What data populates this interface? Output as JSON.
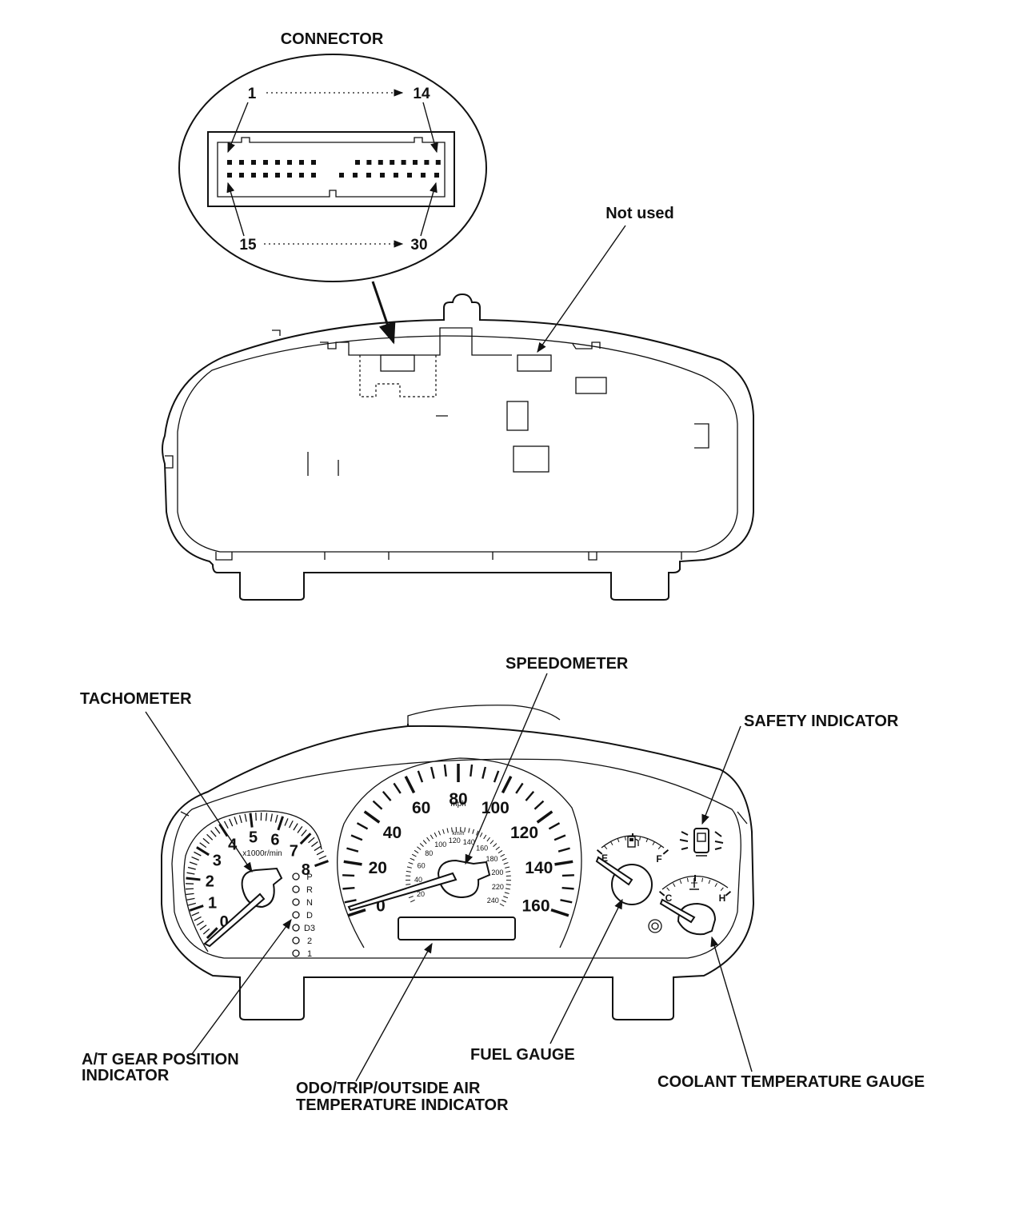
{
  "connector": {
    "title": "CONNECTOR",
    "pin_top_left": "1",
    "pin_top_right": "14",
    "pin_bottom_left": "15",
    "pin_bottom_right": "30"
  },
  "not_used_label": "Not used",
  "labels": {
    "tachometer": "TACHOMETER",
    "speedometer": "SPEEDOMETER",
    "safety_indicator": "SAFETY INDICATOR",
    "gear_position_line1": "A/T GEAR POSITION",
    "gear_position_line2": "INDICATOR",
    "odo_line1": "ODO/TRIP/OUTSIDE AIR",
    "odo_line2": "TEMPERATURE INDICATOR",
    "fuel_gauge": "FUEL GAUGE",
    "coolant_gauge": "COOLANT TEMPERATURE GAUGE"
  },
  "tachometer": {
    "numbers": [
      "0",
      "1",
      "2",
      "3",
      "4",
      "5",
      "6",
      "7",
      "8"
    ],
    "unit": "x1000r/min"
  },
  "speedometer": {
    "mph_numbers": [
      "0",
      "20",
      "40",
      "60",
      "80",
      "100",
      "120",
      "140",
      "160"
    ],
    "mph_unit": "mph",
    "kmh_numbers": [
      "20",
      "40",
      "60",
      "80",
      "100",
      "120",
      "140",
      "160",
      "180",
      "200",
      "220",
      "240"
    ],
    "kmh_unit": "km/h"
  },
  "gear_positions": [
    "P",
    "R",
    "N",
    "D",
    "D3",
    "2",
    "1"
  ],
  "fuel_gauge": {
    "empty": "E",
    "full": "F"
  },
  "coolant_gauge": {
    "cold": "C",
    "hot": "H"
  },
  "icons": [
    "fuel-pump-icon",
    "thermometer-icon",
    "car-door-icon"
  ]
}
